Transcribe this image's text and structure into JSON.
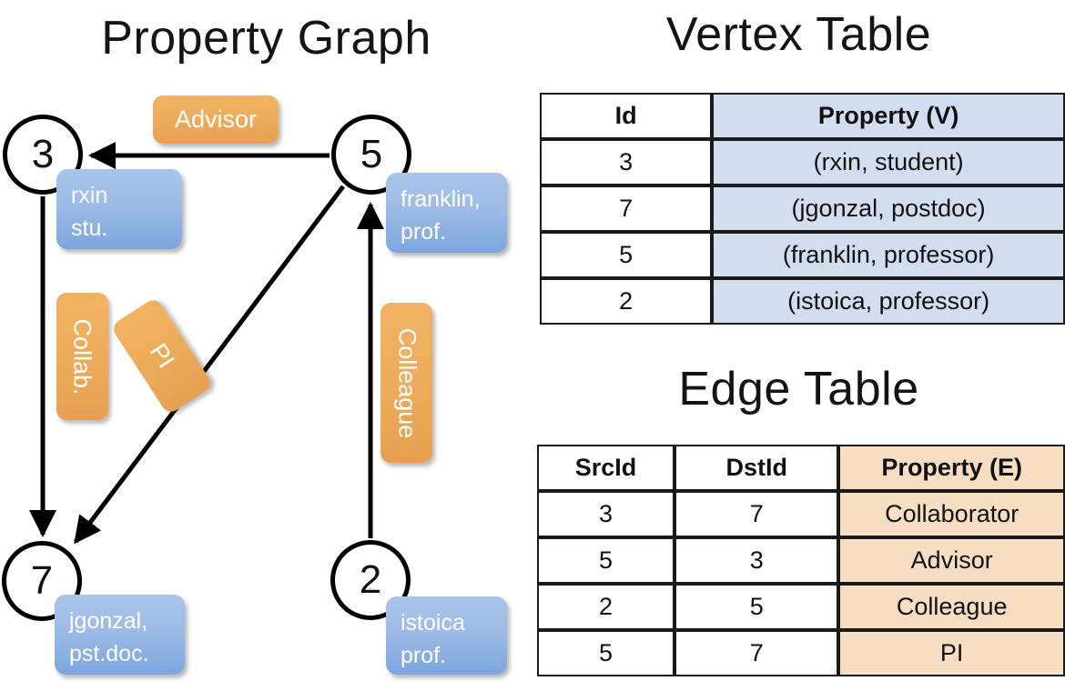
{
  "titles": {
    "property_graph": "Property Graph",
    "vertex_table": "Vertex Table",
    "edge_table": "Edge Table"
  },
  "graph": {
    "nodes": [
      {
        "id": "3",
        "label": "3",
        "property_line1": "rxin",
        "property_line2": "stu."
      },
      {
        "id": "5",
        "label": "5",
        "property_line1": "franklin,",
        "property_line2": "prof."
      },
      {
        "id": "7",
        "label": "7",
        "property_line1": "jgonzal,",
        "property_line2": "pst.doc."
      },
      {
        "id": "2",
        "label": "2",
        "property_line1": "istoica",
        "property_line2": "prof."
      }
    ],
    "edge_labels": {
      "advisor": "Advisor",
      "collab": "Collab.",
      "pi": "PI",
      "colleague": "Colleague"
    },
    "edges": [
      {
        "src": "5",
        "dst": "3",
        "label": "Advisor"
      },
      {
        "src": "3",
        "dst": "7",
        "label": "Collab."
      },
      {
        "src": "5",
        "dst": "7",
        "label": "PI"
      },
      {
        "src": "2",
        "dst": "5",
        "label": "Colleague"
      }
    ]
  },
  "vertex_table": {
    "headers": [
      "Id",
      "Property (V)"
    ],
    "rows": [
      {
        "id": "3",
        "property": "(rxin, student)"
      },
      {
        "id": "7",
        "property": "(jgonzal, postdoc)"
      },
      {
        "id": "5",
        "property": "(franklin, professor)"
      },
      {
        "id": "2",
        "property": "(istoica, professor)"
      }
    ]
  },
  "edge_table": {
    "headers": [
      "SrcId",
      "DstId",
      "Property (E)"
    ],
    "rows": [
      {
        "src": "3",
        "dst": "7",
        "property": "Collaborator"
      },
      {
        "src": "5",
        "dst": "3",
        "property": "Advisor"
      },
      {
        "src": "2",
        "dst": "5",
        "property": "Colleague"
      },
      {
        "src": "5",
        "dst": "7",
        "property": "PI"
      }
    ]
  },
  "colors": {
    "vertex_box": "#9dbbe6",
    "edge_box": "#eeae5e",
    "vertex_cell": "#d2ddef",
    "edge_cell": "#f7ddc2",
    "stroke": "#000000"
  }
}
